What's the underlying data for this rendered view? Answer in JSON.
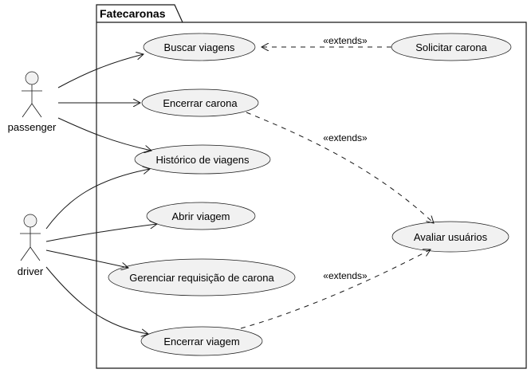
{
  "package": {
    "title": "Fatecaronas"
  },
  "actors": {
    "passenger": "passenger",
    "driver": "driver"
  },
  "use_cases": {
    "buscar": "Buscar viagens",
    "encerrar_carona": "Encerrar carona",
    "historico": "Histórico de viagens",
    "abrir": "Abrir viagem",
    "gerenciar": "Gerenciar requisição de carona",
    "encerrar_viagem": "Encerrar viagem",
    "solicitar": "Solicitar carona",
    "avaliar": "Avaliar usuários"
  },
  "relations": {
    "extends_label": "«extends»"
  }
}
